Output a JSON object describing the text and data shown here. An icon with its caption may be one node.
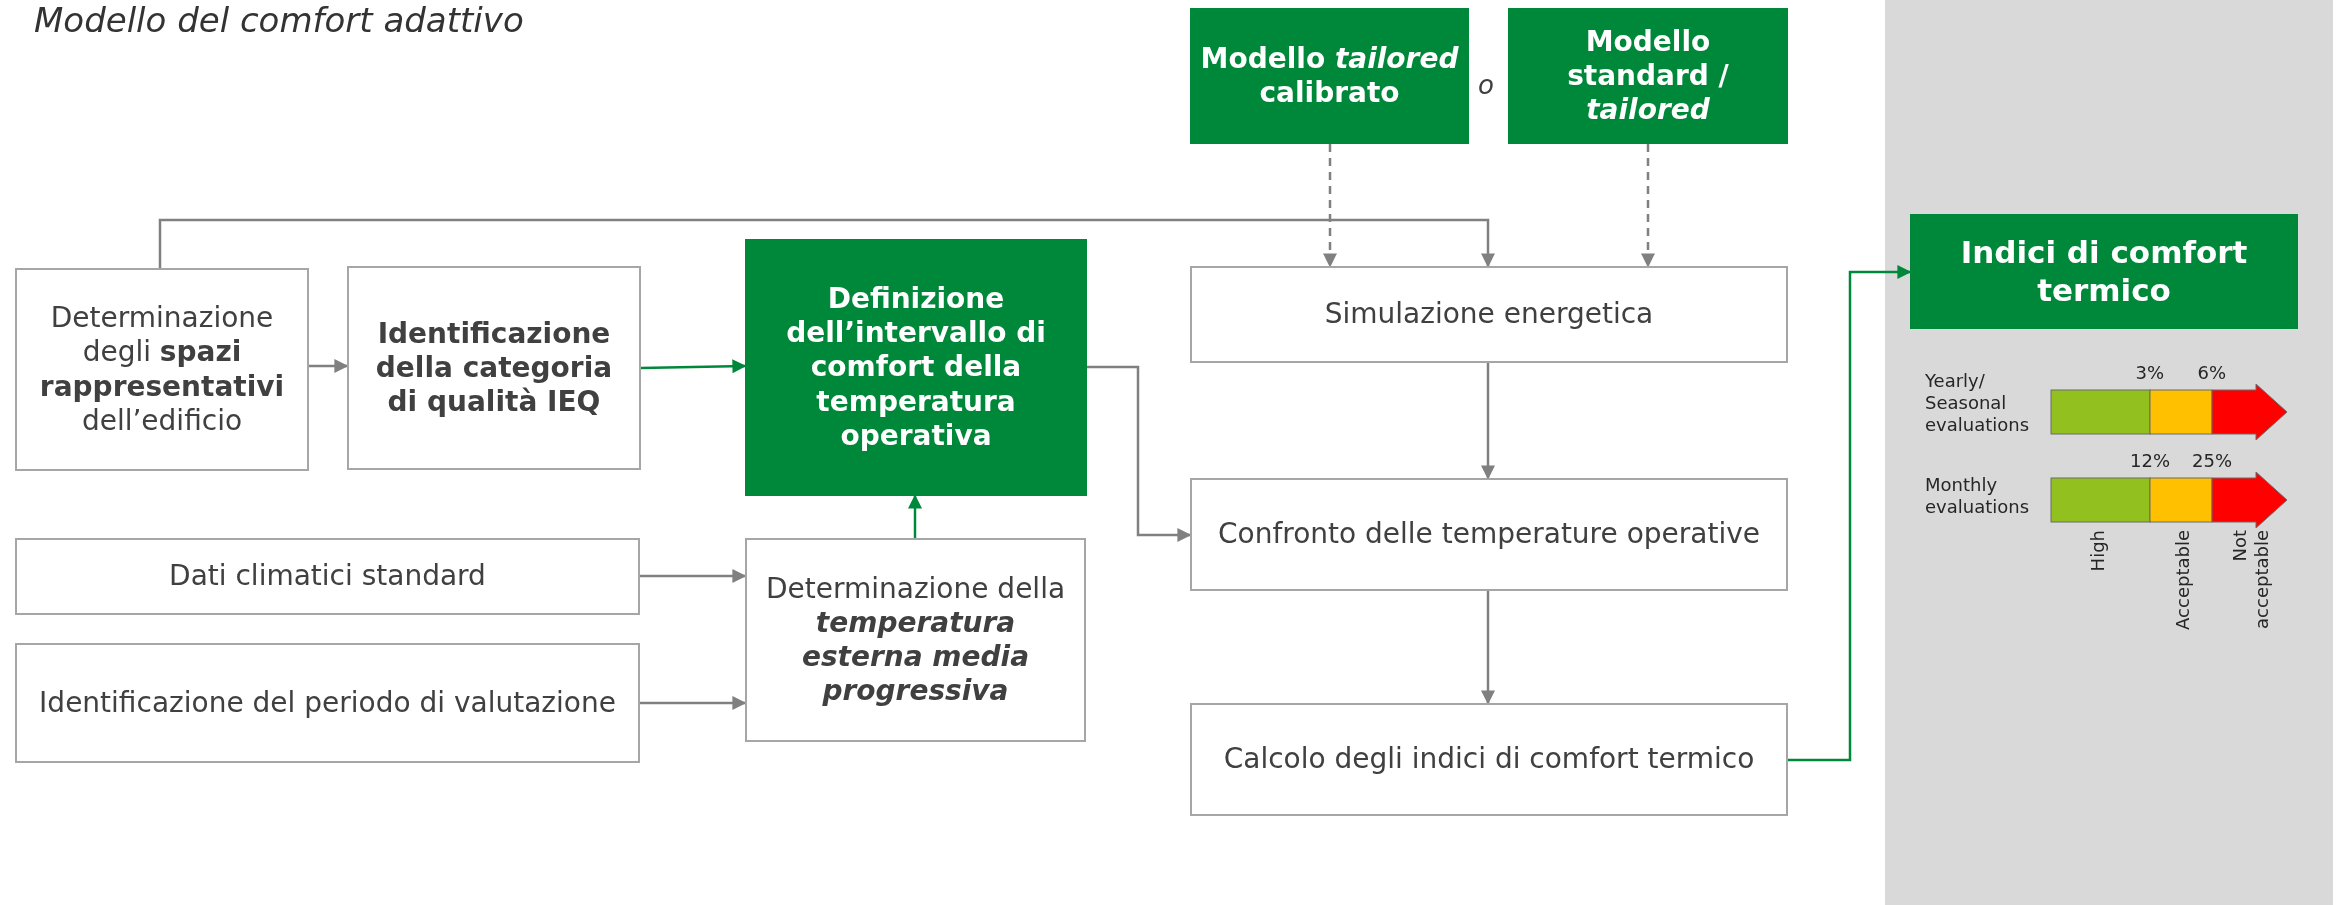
{
  "diagram": {
    "title": "Modello del comfort adattivo",
    "nodes": [
      {
        "text": [
          "Determinazione degli **spazi rappresentativi** dell’edificio"
        ]
      },
      {
        "text": [
          "Identificazione della categoria di qualità IEQ"
        ]
      },
      {
        "text": [
          "Definizione dell’intervallo di comfort della temperatura operativa"
        ]
      },
      {
        "text": [
          "Modello *tailored* calibrato"
        ]
      },
      {
        "text": [
          "Modello standard / *tailored*"
        ]
      },
      {
        "text": [
          "Simulazione energetica"
        ]
      },
      {
        "text": [
          "Indici di comfort termico"
        ]
      },
      {
        "text": [
          "Dati climatici standard"
        ]
      },
      {
        "text": [
          "Identificazione del periodo di valutazione"
        ]
      },
      {
        "text": [
          "Determinazione della **temperatura esterna media progressiva**"
        ]
      },
      {
        "text": [
          "Confronto delle temperature operative"
        ]
      },
      {
        "text": [
          "Calcolo degli indici di comfort termico"
        ]
      }
    ],
    "edges": [
      {
        "from": 0,
        "to": 1,
        "arrow": "to"
      },
      {
        "from": 1,
        "to": 2,
        "arrow": "to",
        "color": "#00883a"
      },
      {
        "from": 0,
        "to": 5,
        "arrow": "to"
      },
      {
        "from": 2,
        "to": 10,
        "arrow": "to"
      },
      {
        "from": 3,
        "to": 5,
        "arrow": "to",
        "style": "dashed"
      },
      {
        "from": 4,
        "to": 5,
        "arrow": "to",
        "style": "dashed"
      },
      {
        "from": 5,
        "to": 10,
        "arrow": "to"
      },
      {
        "from": 10,
        "to": 11,
        "arrow": "to"
      },
      {
        "from": 11,
        "to": 6,
        "arrow": "to",
        "color": "#00883a"
      },
      {
        "from": 7,
        "to": 9,
        "arrow": "to"
      },
      {
        "from": 8,
        "to": 9,
        "arrow": "to"
      },
      {
        "from": 9,
        "to": 2,
        "arrow": "to",
        "color": "#00883a"
      }
    ],
    "labels": [
      "o",
      "Yearly/ Seasonal evaluations",
      "3%",
      "6%",
      "12%",
      "25%",
      "Monthly evaluations",
      "High",
      "Acceptable",
      "Not acceptable"
    ]
  }
}
